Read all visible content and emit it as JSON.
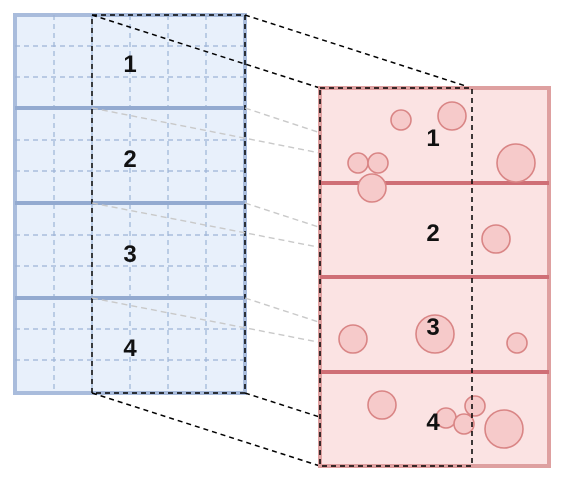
{
  "colors": {
    "blue_fill": "#e8f0fb",
    "blue_stroke": "#9db3d6",
    "blue_grid": "#9db3d6",
    "red_fill": "#fbe3e3",
    "red_stroke": "#de9a9a",
    "red_divider": "#cf6f76",
    "circle_fill": "#f6c9c9",
    "circle_stroke": "#d98484",
    "dashed_black": "#000000",
    "guide_gray": "#c8c8c8"
  },
  "left_panel": {
    "labels": [
      "1",
      "2",
      "3",
      "4"
    ]
  },
  "right_panel": {
    "labels": [
      "1",
      "2",
      "3",
      "4"
    ]
  }
}
